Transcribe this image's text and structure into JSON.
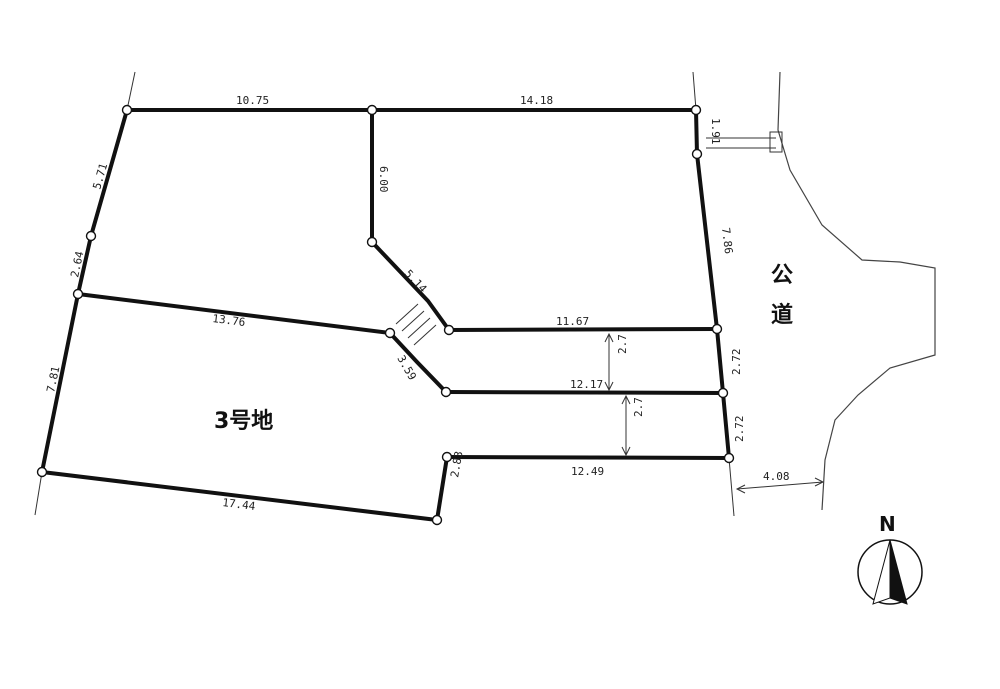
{
  "lot_label": "3号地",
  "road_label_top": "公",
  "road_label_bottom": "道",
  "north_label": "N",
  "dimensions": {
    "top_left": "10.75",
    "top_right": "14.18",
    "corner_right": "1.91",
    "left_upper": "5.71",
    "left_middle": "2.64",
    "inner_vertical": "6.00",
    "right_upper": "7.86",
    "diagonal_upper": "5.14",
    "left_divider": "13.76",
    "row1": "11.67",
    "gap1": "2.7",
    "right_row1": "2.72",
    "diagonal_lower": "3.59",
    "row2": "12.17",
    "gap2": "2.7",
    "right_row2": "2.72",
    "left_lower": "7.81",
    "row3": "12.49",
    "bottom": "17.44",
    "bottom_step": "2.83",
    "road_width": "4.08"
  }
}
